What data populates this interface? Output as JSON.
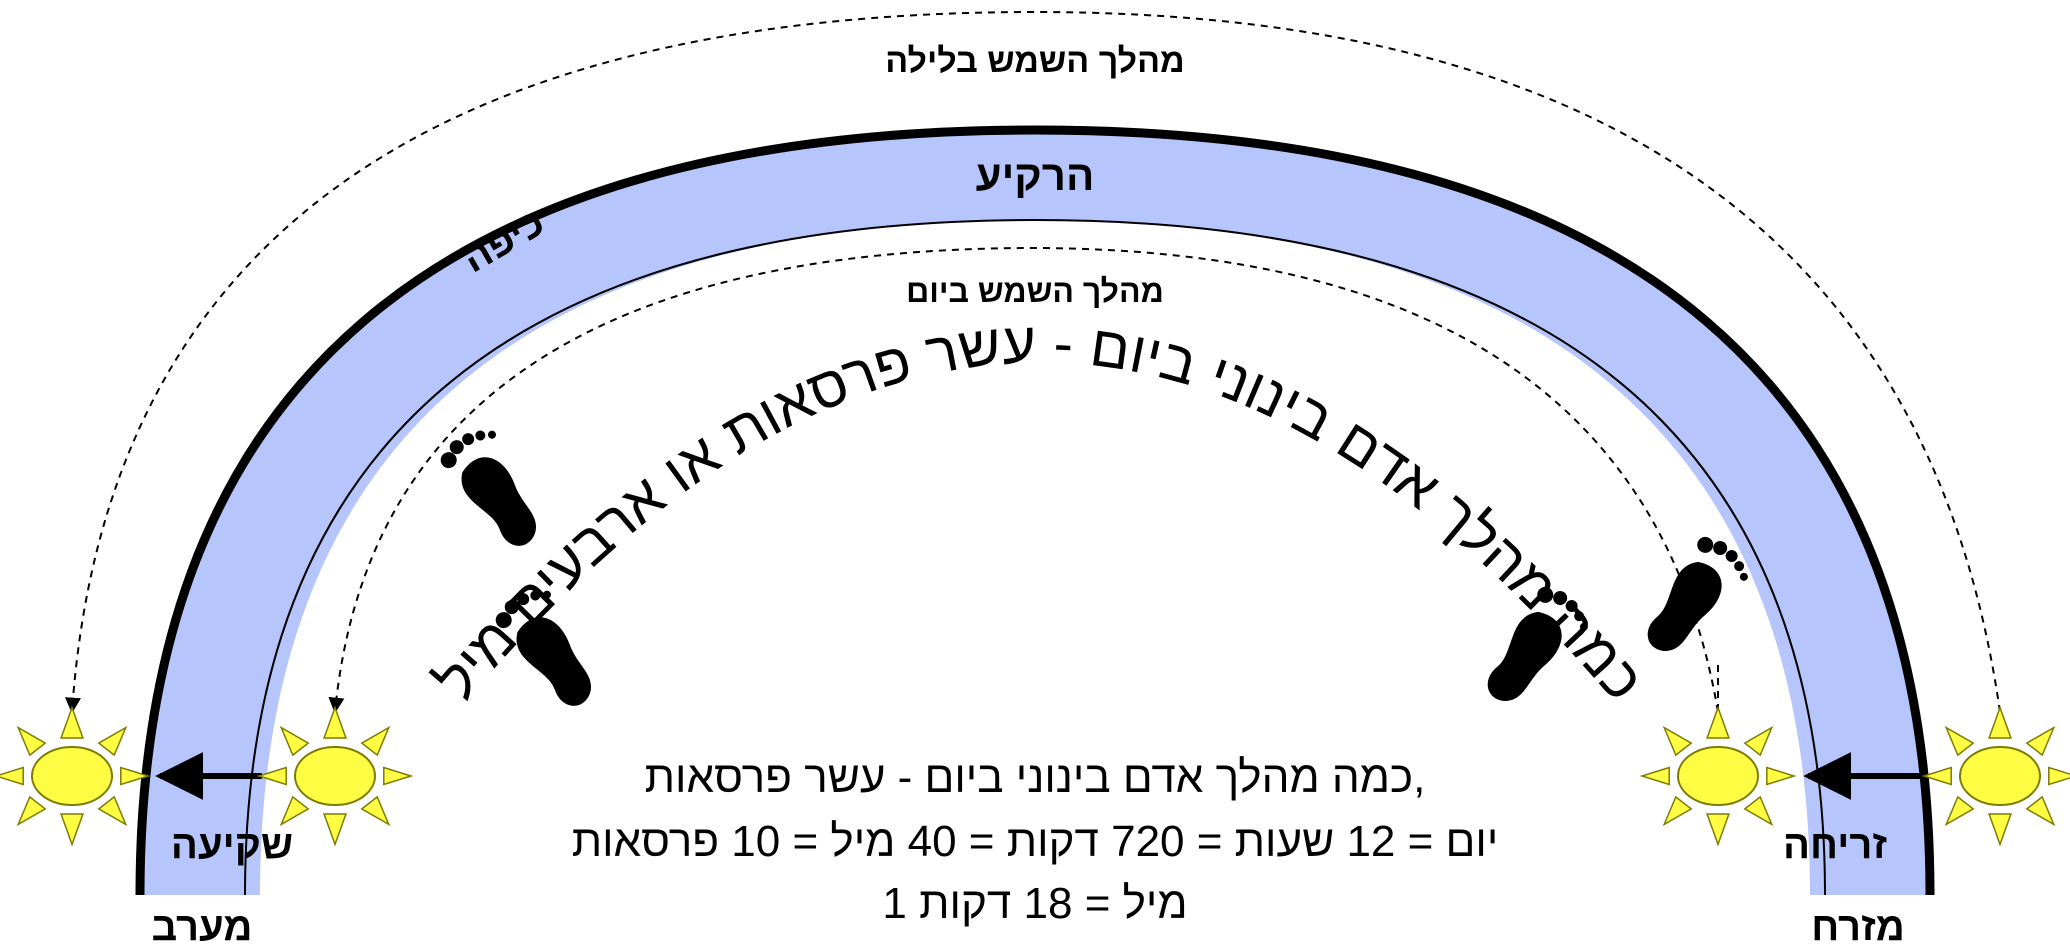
{
  "labels": {
    "night_path": "מהלך השמש בלילה",
    "firmament": "הרקיע",
    "dome": "כיפה",
    "day_path": "מהלך השמש ביום",
    "curved_text": "כמה מהלך אדם בינוני ביום - עשר פרסאות או ארבעים מיל",
    "sunset": "שקיעה",
    "sunrise": "זריחה",
    "west": "מערב",
    "east": "מזרח"
  },
  "note": {
    "line1": "כמה מהלך אדם בינוני ביום - עשר פרסאות,",
    "line2": "יום = 12 שעות = 720 דקות = 40 מיל = 10 פרסאות",
    "line3": "1 מיל = 18 דקות"
  },
  "colors": {
    "firmament_fill": "#b6c6fc",
    "sun_fill": "#fffc44",
    "sun_stroke": "#7c7c00",
    "outline": "#000000"
  },
  "icons": [
    "sun-icon",
    "footprint-icon",
    "arrow-icon"
  ]
}
